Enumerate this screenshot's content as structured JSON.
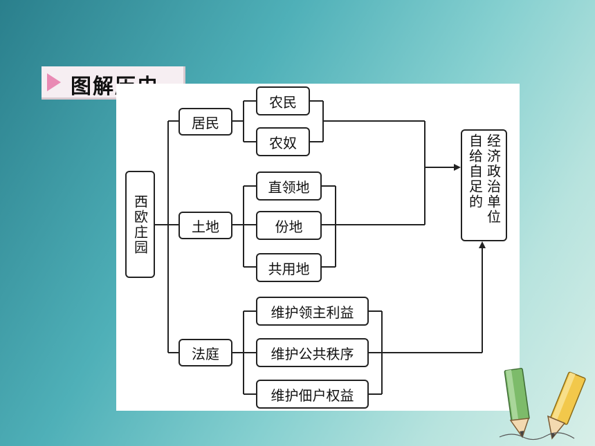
{
  "title": "图解历史",
  "diagram": {
    "root": "西欧庄园",
    "branches": [
      {
        "label": "居民",
        "children": [
          "农民",
          "农奴"
        ]
      },
      {
        "label": "土地",
        "children": [
          "直领地",
          "份地",
          "共用地"
        ]
      },
      {
        "label": "法庭",
        "children": [
          "维护领主利益",
          "维护公共秩序",
          "维护佃户权益"
        ]
      }
    ],
    "result": "经济政治单位自给自足的"
  },
  "colors": {
    "title_arrow": "#e98ab4",
    "line": "#222222"
  }
}
